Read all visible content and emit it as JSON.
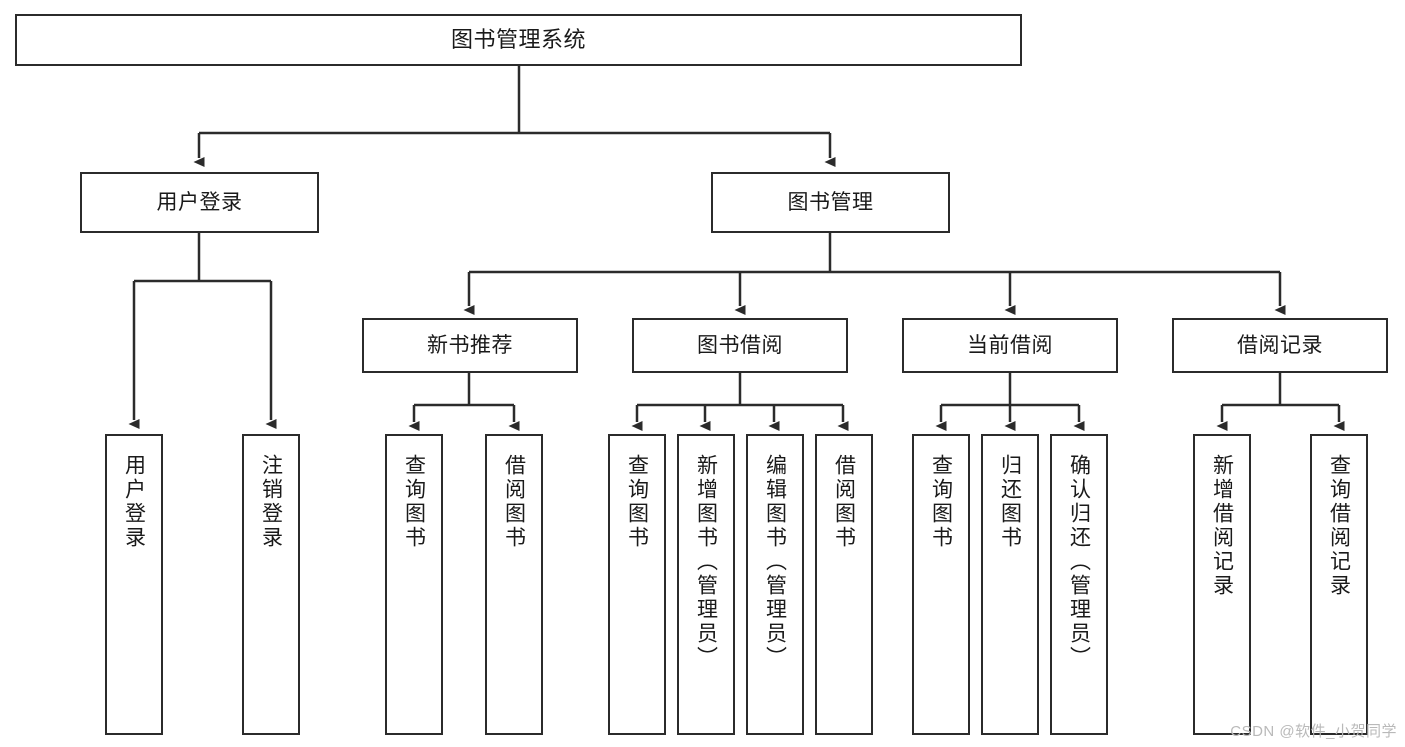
{
  "diagram": {
    "title": "图书管理系统",
    "type": "tree",
    "watermark": "CSDN @软件_小贺同学",
    "colors": {
      "stroke": "#2b2b2b",
      "fill": "#ffffff",
      "text": "#1a1a1a",
      "watermark": "#b9b9b9"
    },
    "nodes": {
      "root": {
        "label": "图书管理系统",
        "orientation": "horizontal"
      },
      "level1": [
        {
          "id": "user-login",
          "label": "用户登录",
          "orientation": "horizontal"
        },
        {
          "id": "book-manage",
          "label": "图书管理",
          "orientation": "horizontal"
        }
      ],
      "level2": [
        {
          "id": "new-book-rec",
          "label": "新书推荐",
          "orientation": "horizontal"
        },
        {
          "id": "book-borrow",
          "label": "图书借阅",
          "orientation": "horizontal"
        },
        {
          "id": "current-borrow",
          "label": "当前借阅",
          "orientation": "horizontal"
        },
        {
          "id": "borrow-record",
          "label": "借阅记录",
          "orientation": "horizontal"
        }
      ],
      "leaves": [
        {
          "id": "leaf-user-login",
          "label": "用户登录",
          "parent": "user-login",
          "orientation": "vertical"
        },
        {
          "id": "leaf-user-logout",
          "label": "注销登录",
          "parent": "user-login",
          "orientation": "vertical"
        },
        {
          "id": "leaf-query-book-1",
          "label": "查询图书",
          "parent": "new-book-rec",
          "orientation": "vertical"
        },
        {
          "id": "leaf-borrow-book-1",
          "label": "借阅图书",
          "parent": "new-book-rec",
          "orientation": "vertical"
        },
        {
          "id": "leaf-query-book-2",
          "label": "查询图书",
          "parent": "book-borrow",
          "orientation": "vertical"
        },
        {
          "id": "leaf-add-book",
          "label": "新增图书（管理员）",
          "parent": "book-borrow",
          "orientation": "vertical"
        },
        {
          "id": "leaf-edit-book",
          "label": "编辑图书（管理员）",
          "parent": "book-borrow",
          "orientation": "vertical"
        },
        {
          "id": "leaf-borrow-book-2",
          "label": "借阅图书",
          "parent": "book-borrow",
          "orientation": "vertical"
        },
        {
          "id": "leaf-query-book-3",
          "label": "查询图书",
          "parent": "current-borrow",
          "orientation": "vertical"
        },
        {
          "id": "leaf-return-book",
          "label": "归还图书",
          "parent": "current-borrow",
          "orientation": "vertical"
        },
        {
          "id": "leaf-confirm-return",
          "label": "确认归还（管理员）",
          "parent": "current-borrow",
          "orientation": "vertical"
        },
        {
          "id": "leaf-add-record",
          "label": "新增借阅记录",
          "parent": "borrow-record",
          "orientation": "vertical"
        },
        {
          "id": "leaf-query-record",
          "label": "查询借阅记录",
          "parent": "borrow-record",
          "orientation": "vertical"
        }
      ]
    }
  }
}
